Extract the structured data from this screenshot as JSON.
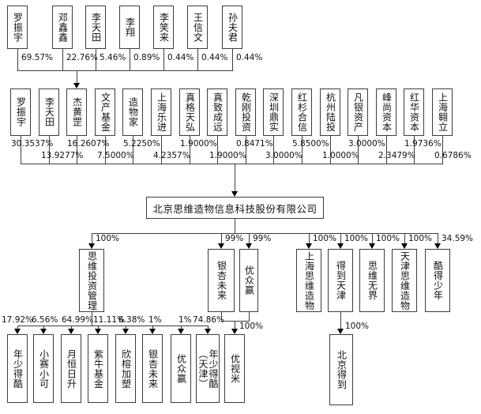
{
  "colors": {
    "line": "#3d3d3d",
    "text": "#111111",
    "background": "#ffffff"
  },
  "org_chart": {
    "top_shareholders": [
      {
        "name": "罗振宇",
        "pct": "69.57%"
      },
      {
        "name": "邓鑫鑫",
        "pct": "22.76%"
      },
      {
        "name": "李天田",
        "pct": "5.46%"
      },
      {
        "name": "李翔",
        "pct": "0.89%"
      },
      {
        "name": "李笑来",
        "pct": "0.44%"
      },
      {
        "name": "王信文",
        "pct": "0.44%"
      },
      {
        "name": "孙夫君",
        "pct": "0.44%"
      }
    ],
    "company_shareholders": [
      {
        "name": "罗振宇",
        "pct": "30.3537%"
      },
      {
        "name": "李天田",
        "pct": "13.9277%"
      },
      {
        "name": "杰黄罡",
        "pct": "16.2607%"
      },
      {
        "name": "文产基金",
        "pct": "7.5000%"
      },
      {
        "name": "造物家",
        "pct": "5.2250%"
      },
      {
        "name": "上海乐进",
        "pct": "4.2357%"
      },
      {
        "name": "真格天弘",
        "pct": "1.9000%"
      },
      {
        "name": "真致成远",
        "pct": "1.9000%"
      },
      {
        "name": "乾刚投资",
        "pct": "0.8471%"
      },
      {
        "name": "深圳鼎实",
        "pct": "3.0000%"
      },
      {
        "name": "红杉合信",
        "pct": "5.8500%"
      },
      {
        "name": "杭州陆投",
        "pct": "1.0000%"
      },
      {
        "name": "凡银资产",
        "pct": "3.0000%"
      },
      {
        "name": "峰尚资本",
        "pct": "2.3479%"
      },
      {
        "name": "红华资本",
        "pct": "1.9736%"
      },
      {
        "name": "上海翱立",
        "pct": "0.6786%"
      }
    ],
    "company": {
      "name": "北京思维造物信息科技股份有限公司"
    },
    "subsidiaries": [
      {
        "name": "思维投资管理",
        "pct": "100%"
      },
      {
        "name": "银杏未来",
        "pct": "99%"
      },
      {
        "name": "优众赢",
        "pct": "99%"
      },
      {
        "name": "上海思维造物",
        "pct": "100%"
      },
      {
        "name": "得到天津",
        "pct": "100%"
      },
      {
        "name": "思维无界",
        "pct": "100%"
      },
      {
        "name": "天津思维造物",
        "pct": "100%"
      },
      {
        "name": "酷得少年",
        "pct": "34.59%"
      }
    ],
    "investments": [
      {
        "name": "年少得酷",
        "pct": "17.92%"
      },
      {
        "name": "小赛小可",
        "pct": "6.56%"
      },
      {
        "name": "月恒日升",
        "pct": "64.99%"
      },
      {
        "name": "紫牛基金",
        "pct": "11.11%"
      },
      {
        "name": "欣榕加塑",
        "pct": "6.38%"
      },
      {
        "name": "银杏未来",
        "pct": "1%"
      },
      {
        "name": "优众赢",
        "pct": "1%"
      },
      {
        "name": "年少得酷\n（天津）",
        "pct": "74.86%"
      }
    ],
    "joint_subsidiary": {
      "name": "优视米",
      "pct": "100%"
    },
    "dedao_subsidiary": {
      "name": "北京得到",
      "pct": "100%"
    }
  }
}
